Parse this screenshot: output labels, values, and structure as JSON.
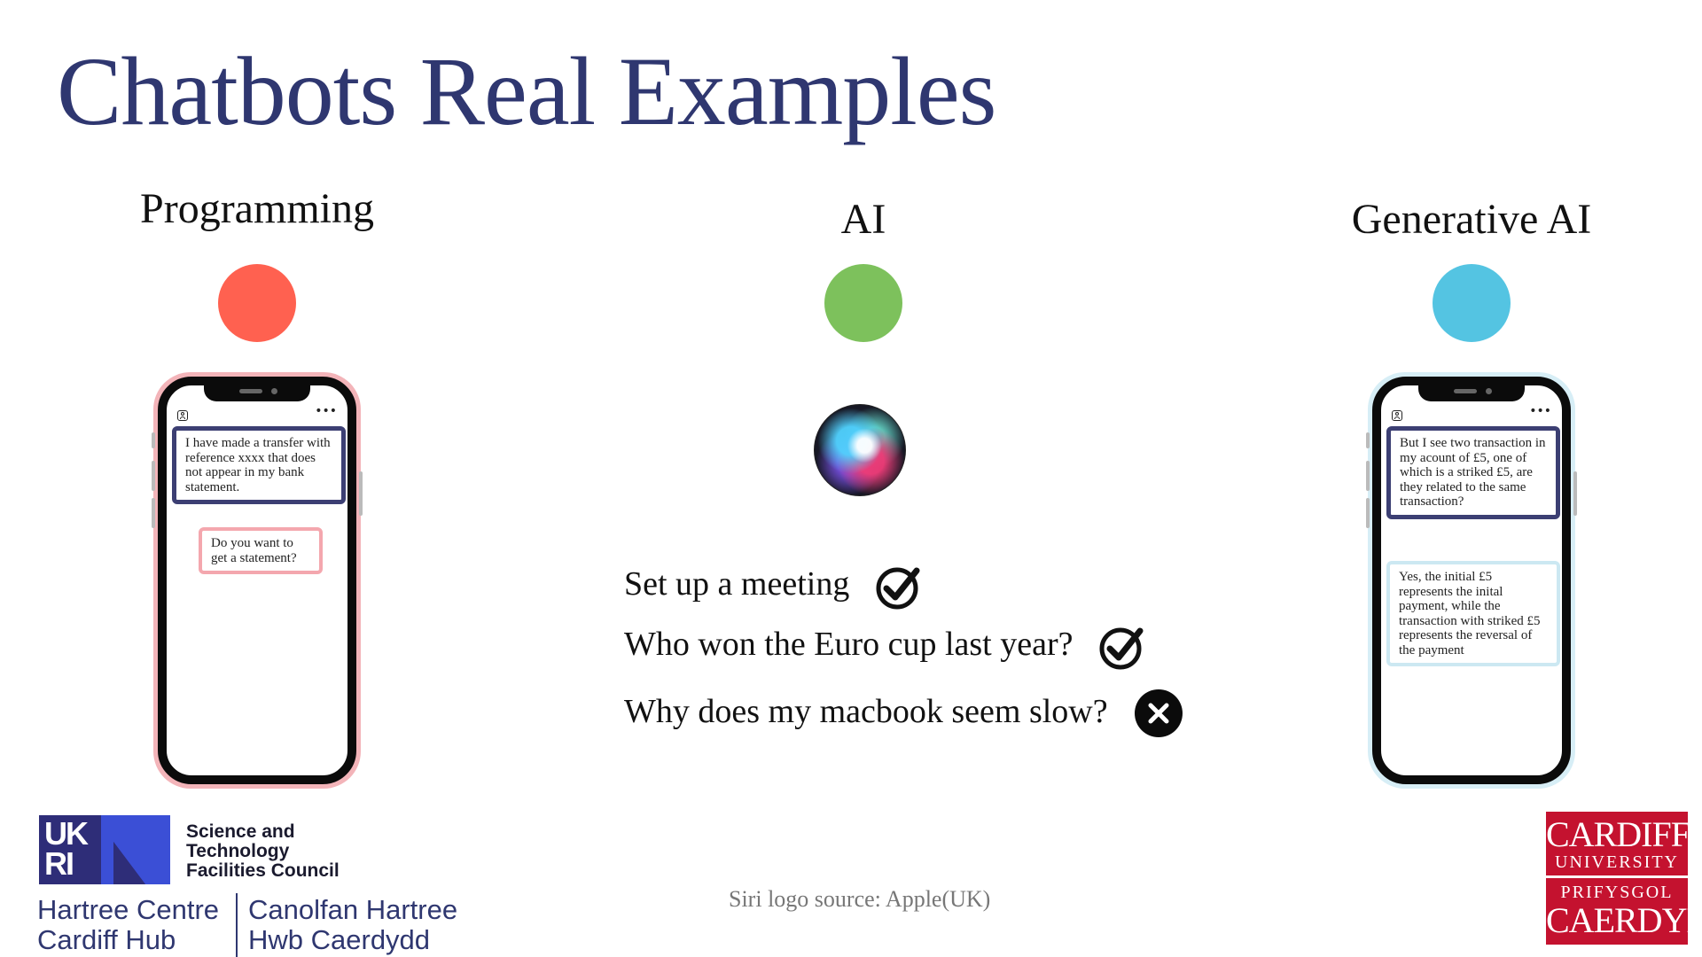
{
  "title": "Chatbots Real Examples",
  "columns": [
    {
      "heading": "Programming",
      "dot_color": "#ff6150"
    },
    {
      "heading": "AI",
      "dot_color": "#7dc15c"
    },
    {
      "heading": "Generative AI",
      "dot_color": "#54c4e2"
    }
  ],
  "programming_phone": {
    "user_message": "I have made a transfer with reference xxxx that does not appear in my bank statement.",
    "bot_reply": "Do you want to get a statement?"
  },
  "generative_phone": {
    "user_message": "But I see two transaction in my acount of £5, one of which is a striked £5, are they related to the same transaction?",
    "bot_reply": "Yes, the initial £5 represents the inital payment, while the transaction with striked £5 represents the reversal of the payment"
  },
  "ai_examples": [
    {
      "text": "Set up a meeting",
      "status": "check-circle-icon"
    },
    {
      "text": "Who won the Euro cup last year?",
      "status": "check-circle-icon"
    },
    {
      "text": "Why does my macbook seem slow?",
      "status": "x-circle-icon"
    }
  ],
  "siri_source": "Siri logo source: Apple(UK)",
  "logos": {
    "ukri": "UK RI",
    "stfc_lines": [
      "Science and",
      "Technology",
      "Facilities Council"
    ],
    "hartree_left": [
      "Hartree Centre",
      "Cardiff Hub"
    ],
    "hartree_right": [
      "Canolfan Hartree",
      "Hwb Caerdydd"
    ],
    "cardiff_lines": [
      "CARDIFF",
      "UNIVERSITY",
      "PRIFYSGOL",
      "CAERDYDD"
    ]
  }
}
